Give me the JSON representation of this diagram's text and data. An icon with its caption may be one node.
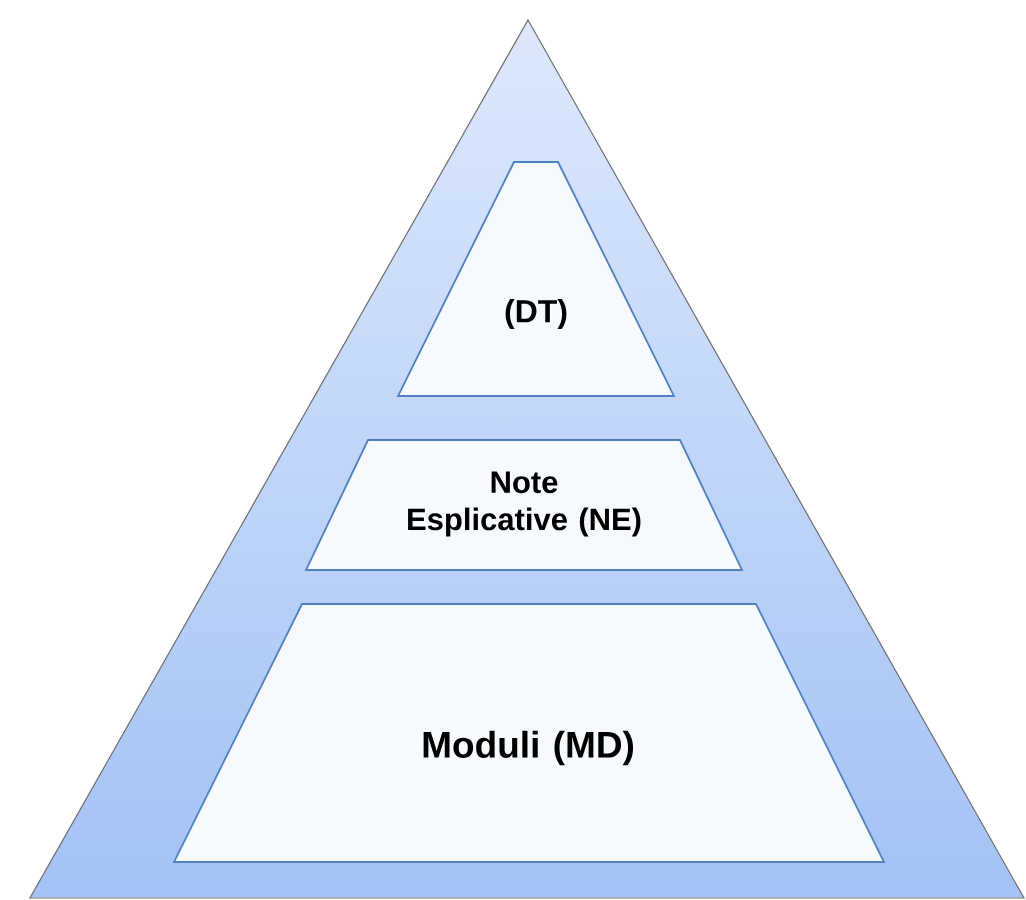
{
  "diagram": {
    "nodes": [
      {
        "text": [],
        "shape": "triangle"
      },
      {
        "text": [
          "(DT)"
        ],
        "in": 0
      },
      {
        "text": [
          "Note Esplicative (NE)"
        ],
        "in": 0
      },
      {
        "text": [
          "Moduli (MD)"
        ],
        "in": 0
      }
    ]
  }
}
